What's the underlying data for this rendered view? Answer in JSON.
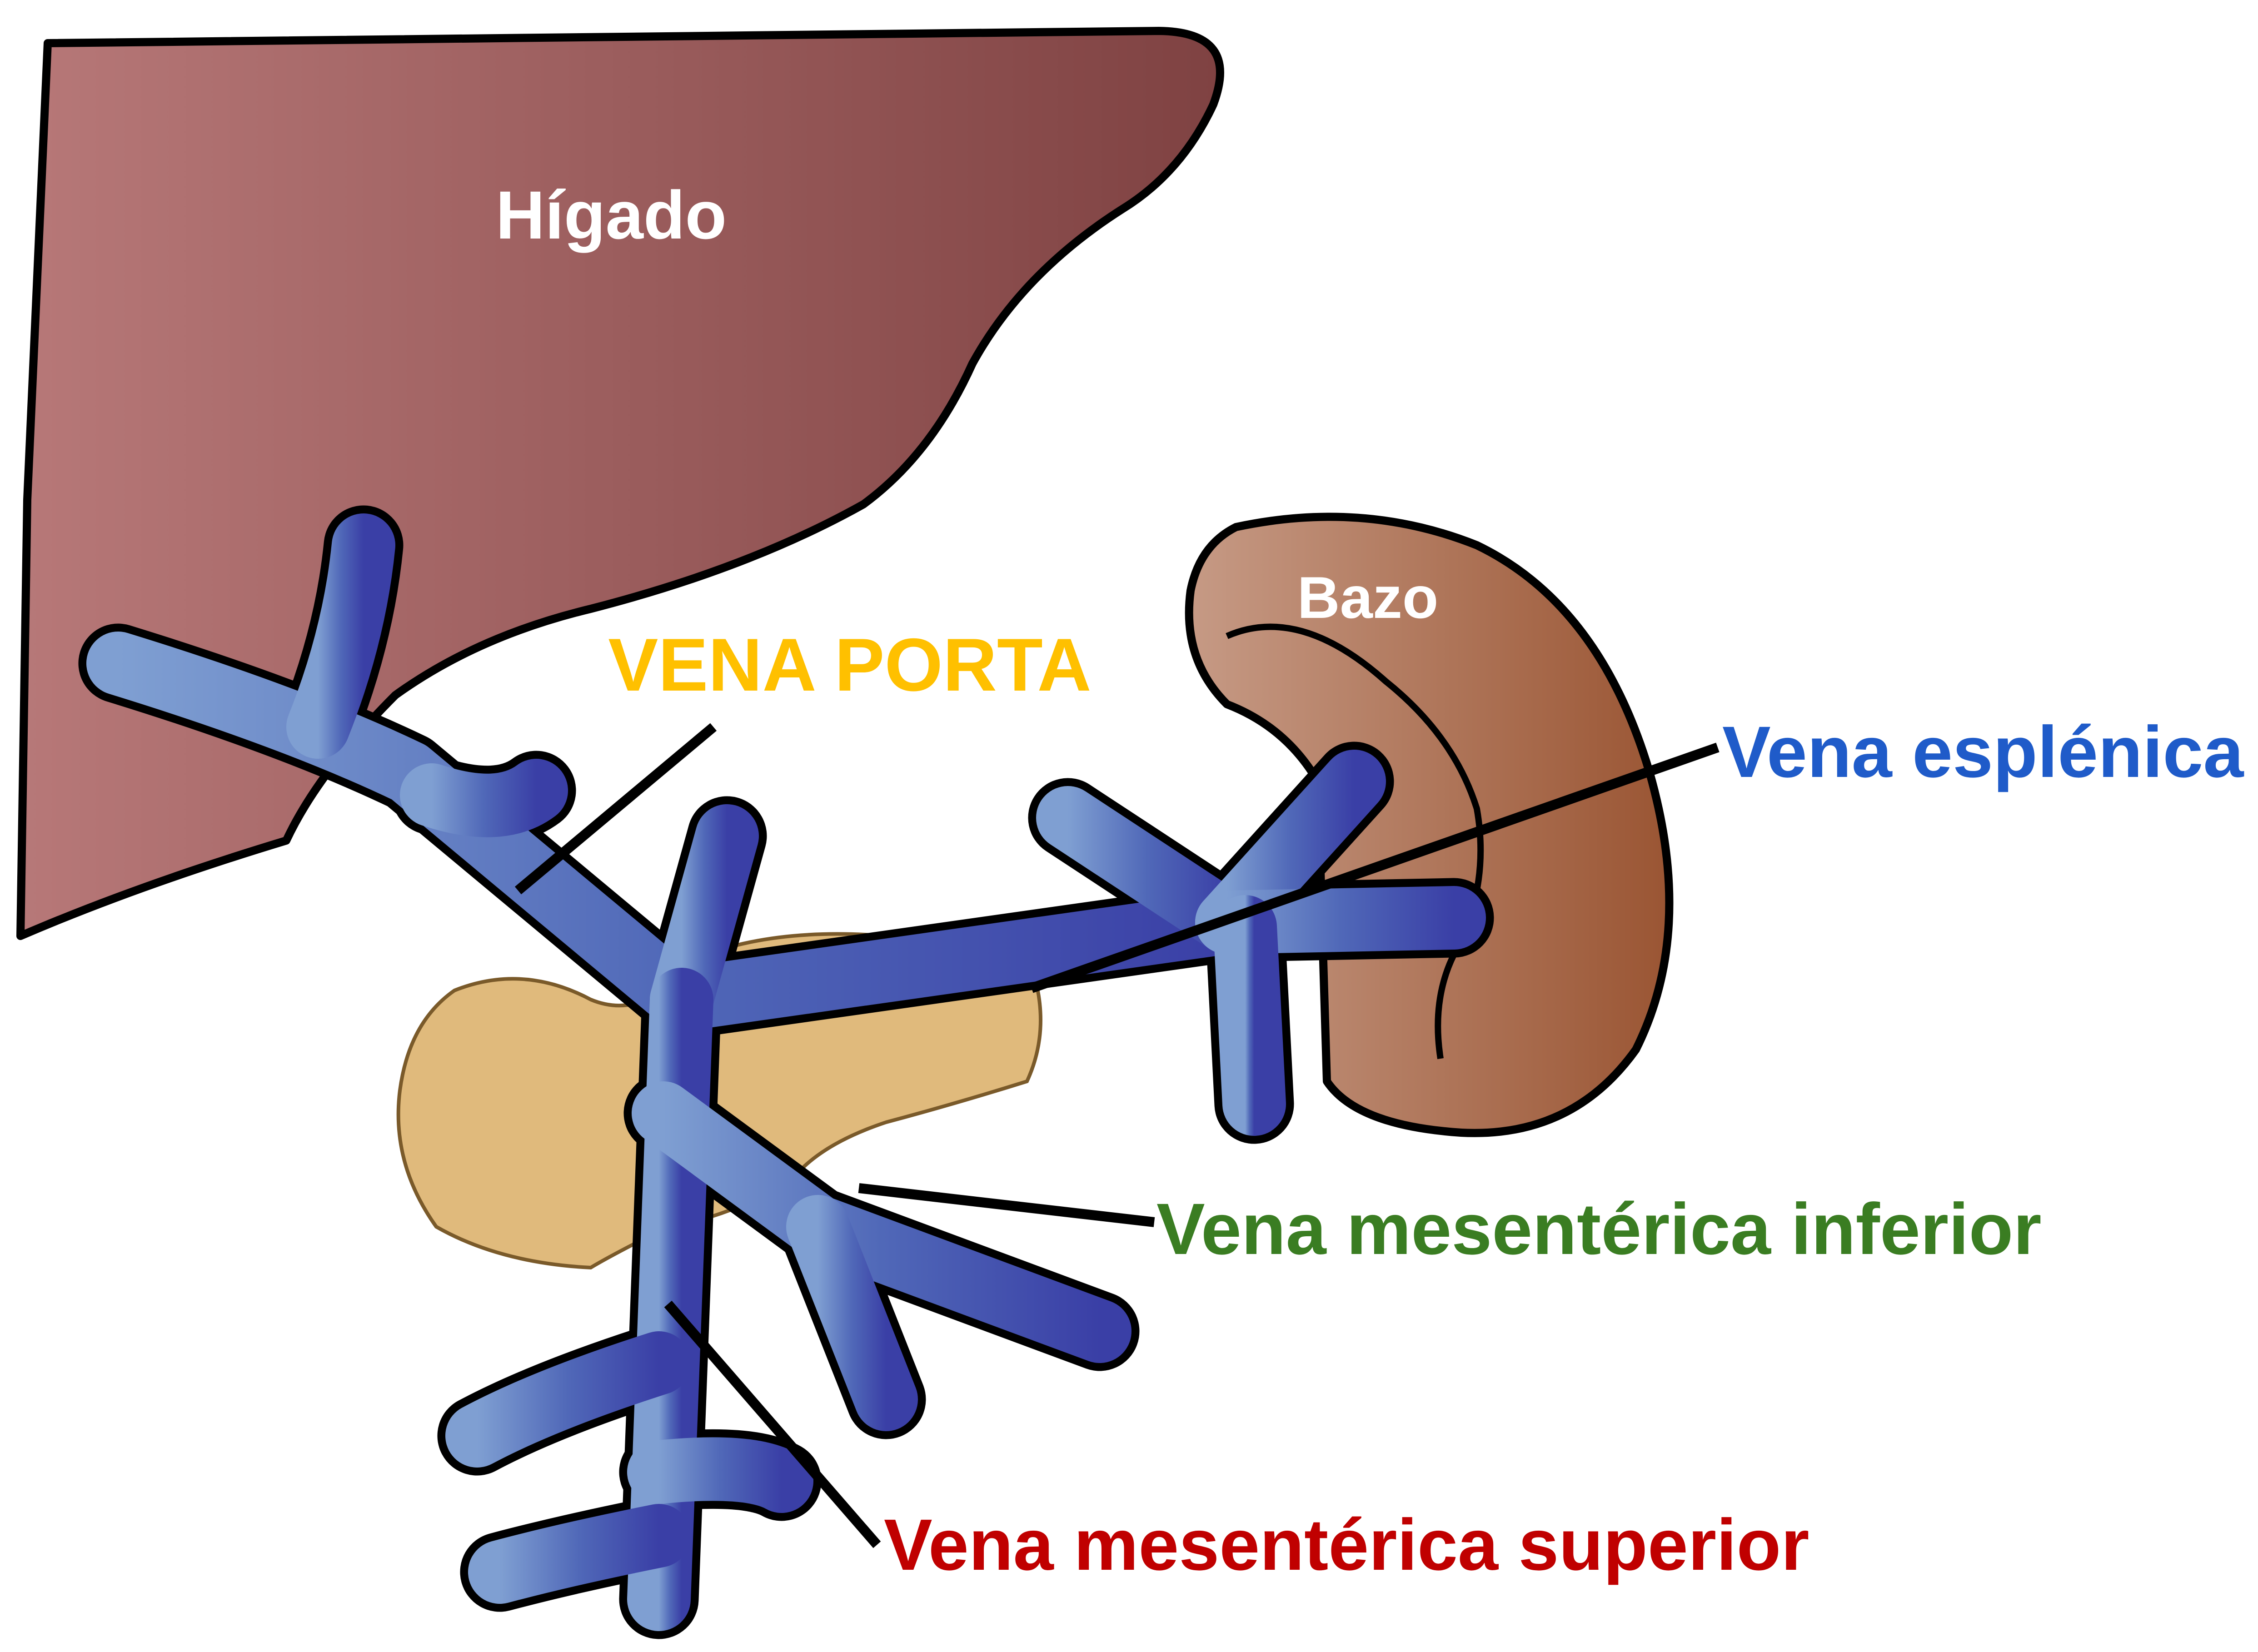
{
  "organs": {
    "liver": {
      "label": "Hígado",
      "fill_light": "#b77878",
      "fill_dark": "#7f4242"
    },
    "spleen": {
      "label": "Bazo",
      "fill_light": "#c69a85",
      "fill_dark": "#9a5533"
    },
    "pancreas": {
      "fill": "#e0ba7c"
    }
  },
  "vessels": {
    "fill_light": "#7f9fd2",
    "fill_dark": "#3a3fa6",
    "outline": "#000000"
  },
  "labels": {
    "portal_vein": {
      "text": "VENA PORTA",
      "color": "#ffc000"
    },
    "splenic_vein": {
      "text": "Vena esplénica",
      "color": "#1f5bc9"
    },
    "inferior_mesenteric_vein": {
      "text": "Vena mesentérica inferior",
      "color": "#3a7d22"
    },
    "superior_mesenteric_vein": {
      "text": "Vena mesentérica superior",
      "color": "#c00000"
    }
  }
}
